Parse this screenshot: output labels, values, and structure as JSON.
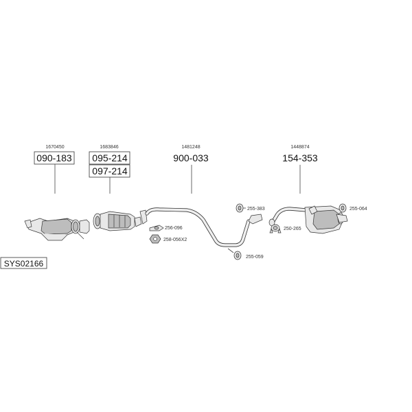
{
  "system_id": "SYS02166",
  "parts": [
    {
      "ref": "1670450",
      "codes": [
        "090-183"
      ],
      "boxed": true
    },
    {
      "ref": "1683846",
      "codes": [
        "095-214",
        "097-214"
      ],
      "boxed": true
    },
    {
      "ref": "1481248",
      "codes": [
        "900-033"
      ],
      "boxed": false
    },
    {
      "ref": "1448874",
      "codes": [
        "154-353"
      ],
      "boxed": false
    }
  ],
  "accessories": [
    "255-383",
    "255-064",
    "256-096",
    "250-265",
    "258-056X2",
    "255-059"
  ]
}
